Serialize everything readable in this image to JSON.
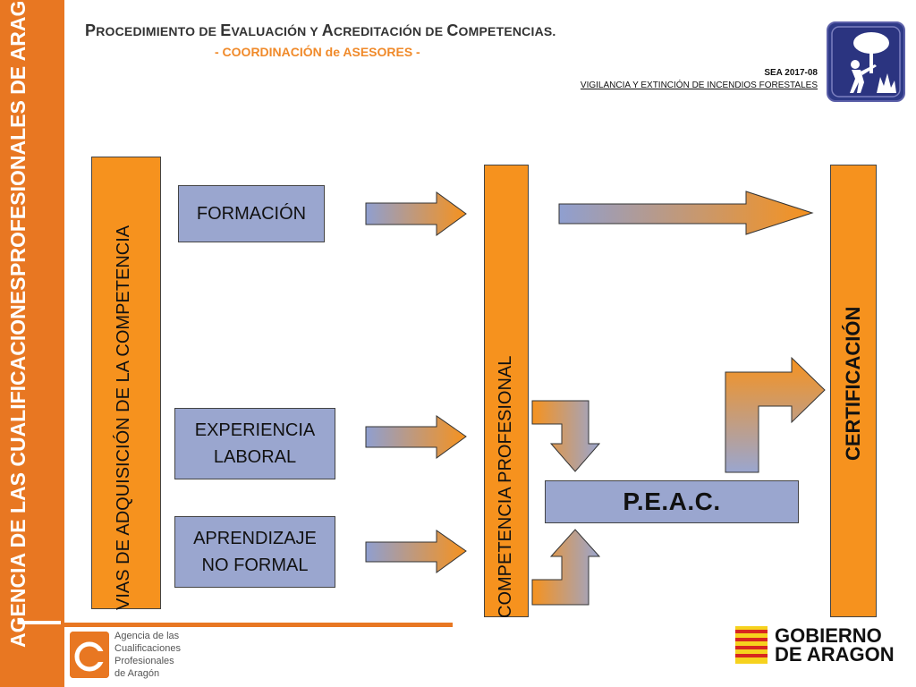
{
  "header": {
    "title_parts": [
      {
        "big": "P",
        "small": "ROCEDIMIENTO DE "
      },
      {
        "big": "E",
        "small": "VALUACIÓN Y "
      },
      {
        "big": "A",
        "small": "CREDITACIÓN DE "
      },
      {
        "big": "C",
        "small": "OMPETENCIAS."
      }
    ],
    "subtitle": "- COORDINACIÓN de ASESORES -",
    "code": "SEA 2017-08",
    "code_description": "VIGILANCIA Y EXTINCIÓN DE INCENDIOS FORESTALES"
  },
  "sidebar": {
    "line1": "AGENCIA DE LAS CUALIFICACIONES",
    "line2": "PROFESIONALES DE ARAGÓN"
  },
  "diagram": {
    "vias_label": "VIAS DE ADQUISICIÓN DE LA COMPETENCIA",
    "competencia_label": "COMPETENCIA PROFESIONAL",
    "certificacion_label": "CERTIFICACIÓN",
    "formacion": "FORMACIÓN",
    "experiencia_line1": "EXPERIENCIA",
    "experiencia_line2": "LABORAL",
    "aprendizaje_line1": "APRENDIZAJE",
    "aprendizaje_line2": "NO FORMAL",
    "peac": "P.E.A.C.",
    "colors": {
      "orange": "#f6921e",
      "blue": "#9aa6cf",
      "band": "#e87722"
    }
  },
  "footer": {
    "agency_lines": [
      "Agencia de las",
      "Cualificaciones",
      "Profesionales",
      "de Aragón"
    ],
    "gobierno_line1": "GOBIERNO",
    "gobierno_line2": "DE ARAGON"
  }
}
